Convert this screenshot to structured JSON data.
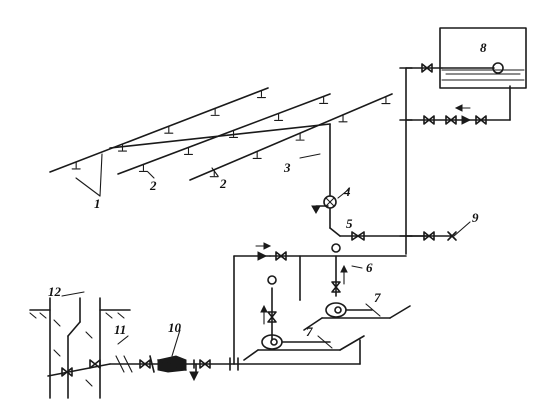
{
  "labels": {
    "l1": "1",
    "l2a": "2",
    "l2b": "2",
    "l3": "3",
    "l4": "4",
    "l5": "5",
    "l6": "6",
    "l7a": "7",
    "l7b": "7",
    "l8": "8",
    "l9": "9",
    "l10": "10",
    "l11": "11",
    "l12": "12"
  }
}
